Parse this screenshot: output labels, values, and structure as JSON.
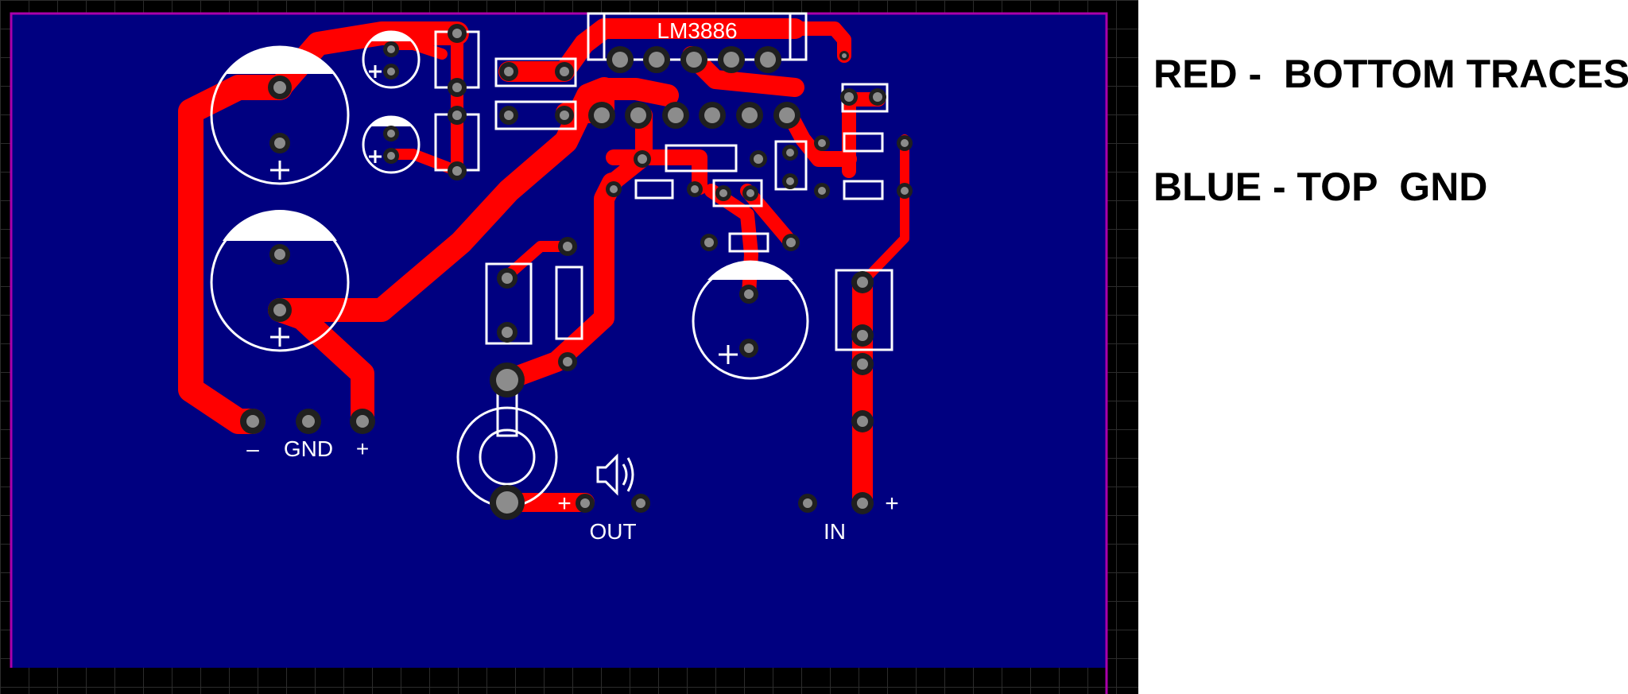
{
  "board": {
    "colors": {
      "top_gnd": "#000080",
      "bottom_trace": "#ff0000",
      "silkscreen": "#ffffff",
      "pad": "#1f1f1f",
      "hole": "#8c8c8c",
      "outline": "#aa00aa",
      "grid": "#2c2c2c",
      "background": "#000000"
    },
    "chip_label": "LM3886",
    "power_labels": {
      "minus": "–",
      "gnd": "GND",
      "plus": "+"
    },
    "output": {
      "plus": "+",
      "label": "OUT",
      "icon": "speaker-icon"
    },
    "input": {
      "label": "IN",
      "plus": "+"
    }
  },
  "legend": {
    "red": "RED -  BOTTOM TRACES",
    "blue": "BLUE - TOP  GND"
  }
}
